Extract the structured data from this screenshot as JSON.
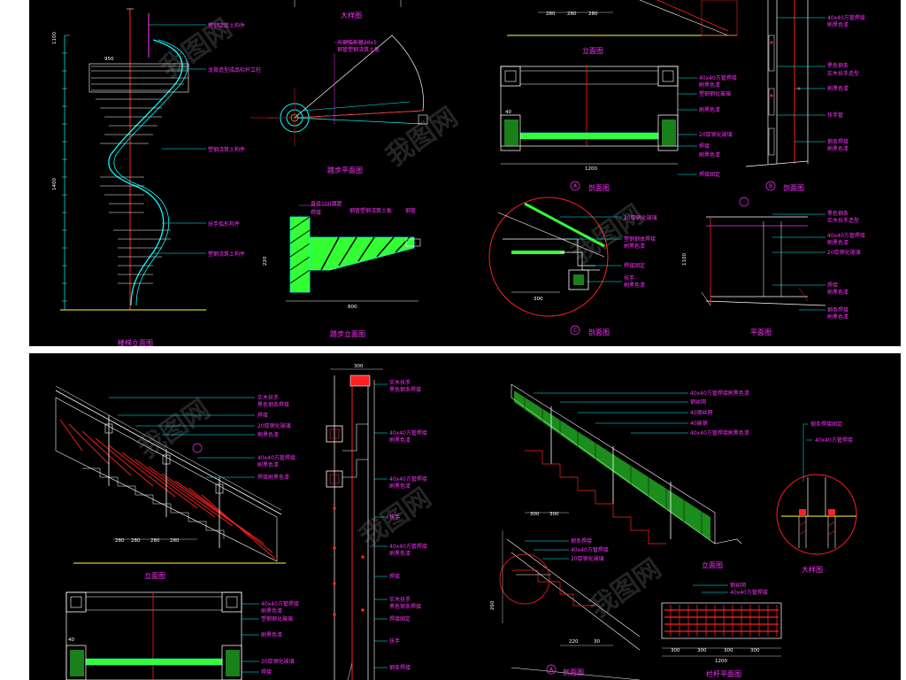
{
  "top_sheet": {
    "spiral_elevation": {
      "title": "楼梯立面图",
      "dim_top": "950",
      "dim_height": "1400",
      "dim_upper": "1100"
    },
    "spiral_notes": [
      "塑钢浇筑土构件",
      "龙骨造型成品栏杆立柱",
      "塑钢浇筑土构件",
      "扶手弧形构件",
      "塑钢浇筑土构件"
    ],
    "step_plan": {
      "title": "踏步平面图",
      "notes": [
        "方钢弧形管20x5",
        "钢管塑钢浇筑土板"
      ]
    },
    "step_elevation": {
      "title": "踏步立面图",
      "dim_bottom": "800",
      "dim_left": "220",
      "notes": [
        "直径100钢管",
        "焊接",
        "钢管塑钢浇筑土板",
        "钢管"
      ]
    },
    "big_sample": {
      "title": "大样图"
    },
    "railing_elevation": {
      "title": "立面图",
      "dims": [
        "280",
        "280",
        "280"
      ]
    },
    "section_a": {
      "title": "剖面图",
      "label": "A",
      "dim_bottom": "1200",
      "dim_left": "40",
      "notes": [
        "40x40方管焊接",
        "刷黑色漆",
        "塑钢钢化玻璃",
        "刷黑色漆",
        "20厚钢化玻璃",
        "焊接",
        "刷黑色漆",
        "焊接固定"
      ]
    },
    "detail_c": {
      "title": "剖面图",
      "label": "C",
      "dim": "300",
      "notes": [
        "20厚钢化玻璃",
        "塑钢钢体焊接",
        "刷黑色漆",
        "焊接固定",
        "扶手",
        "刷黑色漆"
      ]
    },
    "section_b": {
      "title": "剖面图",
      "label": "B",
      "notes": [
        "40x40方管焊接",
        "刷黑色漆",
        "黑色钢条",
        "实木扶手造型",
        "刷黑色漆",
        "扶手管",
        "钢条焊接",
        "刷黑色漆"
      ]
    },
    "handrail_plan": {
      "title": "平面图",
      "dim": "1100",
      "notes": [
        "黑色钢条",
        "实木扶手造型",
        "40x40方管焊接",
        "刷黑色漆",
        "20厚钢化玻璃",
        "焊接",
        "刷黑色漆",
        "钢条焊接",
        "刷黑色漆"
      ]
    }
  },
  "bottom_sheet": {
    "railing_elevation_2": {
      "title": "立面图",
      "dims": [
        "280",
        "280",
        "280",
        "280"
      ],
      "notes": [
        "实木扶手",
        "黑色钢条焊接",
        "焊接",
        "20厚钢化玻璃",
        "刷黑色漆",
        "40x40方管焊接",
        "刷黑色漆",
        "焊接刷黑色漆"
      ]
    },
    "column_section": {
      "dim_top": "300",
      "notes": [
        "实木扶手",
        "黑色钢条焊接",
        "40x40方管焊接",
        "刷黑色漆",
        "40x40方管焊接",
        "刷黑色漆",
        "扶手",
        "40x40方管焊接",
        "刷黑色漆",
        "焊接",
        "实木扶手",
        "黑色钢条焊接",
        "焊接固定",
        "扶手",
        "钢条焊接"
      ]
    },
    "mesh_elevation": {
      "title": "立面图",
      "dims": [
        "300",
        "300"
      ],
      "notes": [
        "40x40方管焊接刷黑色漆",
        "钢丝网",
        "40钢丝网",
        "40扁钢",
        "40x40方管焊接刷黑色漆"
      ]
    },
    "big_sample_2": {
      "title": "大样图",
      "notes": [
        "钢条焊接固定",
        "40x40方管焊接"
      ]
    },
    "mesh_section": {
      "title": "剖面图",
      "label": "A",
      "dims": [
        "260",
        "220",
        "30"
      ],
      "notes": [
        "钢条焊接",
        "40x40方管焊接",
        "20厚钢化玻璃"
      ]
    },
    "handrail_plan_2": {
      "title": "栏杆平面图",
      "dim": "1200",
      "dims": [
        "300",
        "300",
        "300",
        "300"
      ],
      "notes": [
        "钢丝网",
        "40x40方管焊接"
      ]
    },
    "glass_section": {
      "dim_left": "40",
      "notes": [
        "40x40方管焊接",
        "刷黑色漆",
        "塑钢钢化玻璃",
        "刷黑色漆",
        "20厚钢化玻璃",
        "焊接"
      ]
    }
  },
  "watermark": "我图网",
  "colors": {
    "background": "#000000",
    "cyan": "#00ffff",
    "magenta": "#ff33ff",
    "green": "#33ff33",
    "red": "#ff2020",
    "white": "#ffffff",
    "yellow": "#ffff33"
  }
}
